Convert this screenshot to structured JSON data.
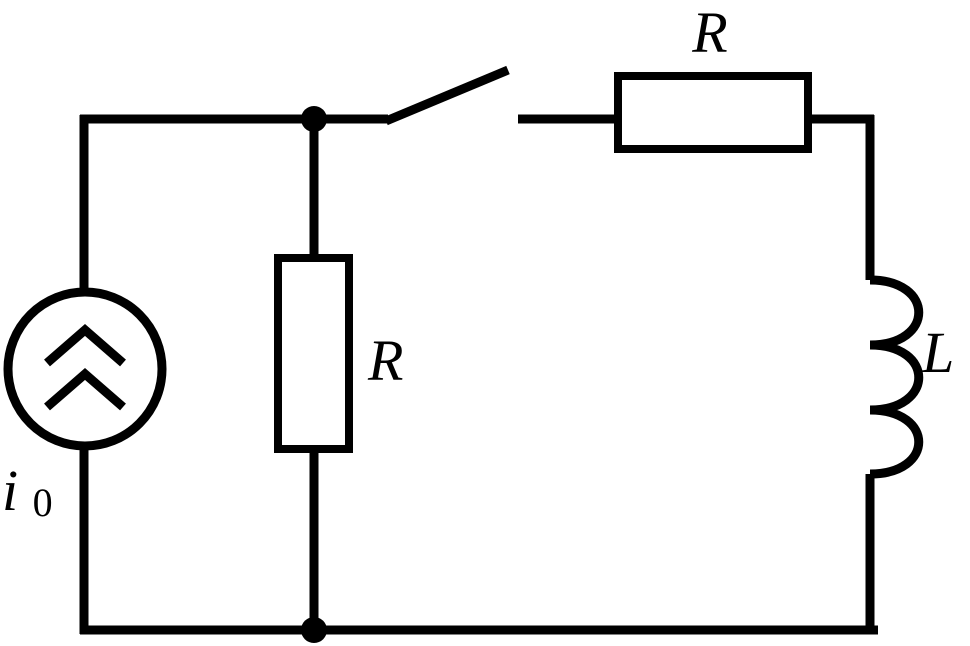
{
  "diagram": {
    "type": "circuit",
    "components": {
      "source": {
        "kind": "current-source",
        "label": "i",
        "subscript": "0"
      },
      "shunt_resistor": {
        "kind": "resistor",
        "label": "R"
      },
      "series_resistor": {
        "kind": "resistor",
        "label": "R"
      },
      "inductor": {
        "kind": "inductor",
        "label": "L"
      },
      "switch": {
        "kind": "switch",
        "state": "open"
      }
    },
    "colors": {
      "stroke": "#000000",
      "background": "#ffffff"
    }
  }
}
